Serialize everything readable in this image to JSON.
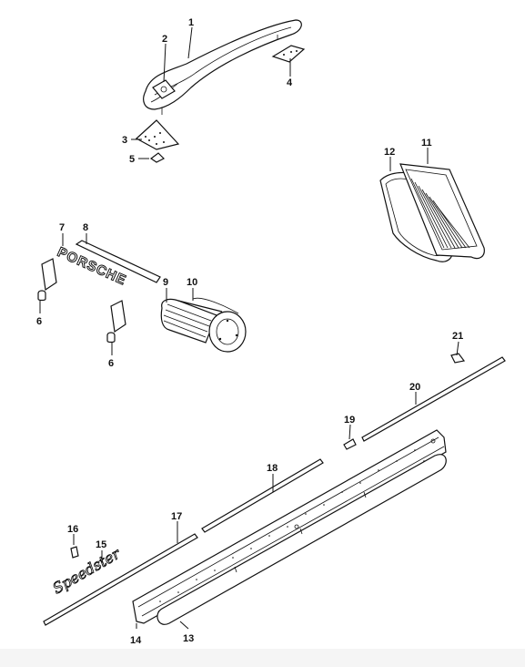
{
  "labels": {
    "p1": "1",
    "p2": "2",
    "p3": "3",
    "p4": "4",
    "p5": "5",
    "p6a": "6",
    "p6b": "6",
    "p7": "7",
    "p8": "8",
    "p9": "9",
    "p10": "10",
    "p11": "11",
    "p12": "12",
    "p13": "13",
    "p14": "14",
    "p15": "15",
    "p16": "16",
    "p17": "17",
    "p18": "18",
    "p19": "19",
    "p20": "20",
    "p21": "21"
  },
  "emblems": {
    "porsche_script": "PORSCHE",
    "speedster_script": "Speedster"
  }
}
